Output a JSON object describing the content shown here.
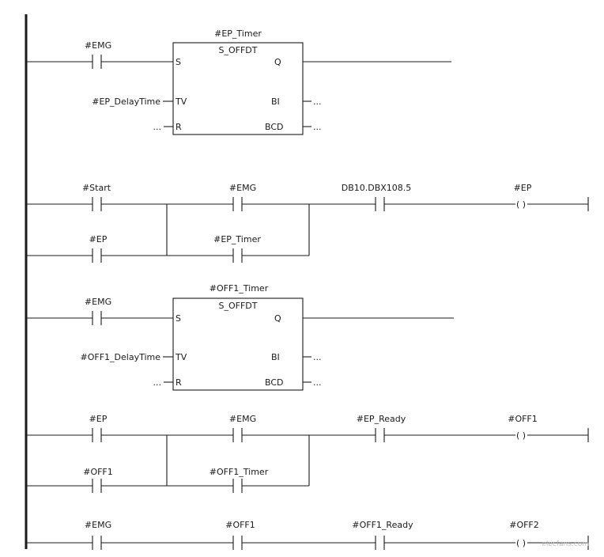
{
  "networks": [
    {
      "timer": {
        "instance": "#EP_Timer",
        "type": "S_OFFDT",
        "pins": {
          "s": "S",
          "tv": "TV",
          "r": "R",
          "q": "Q",
          "bi": "BI",
          "bcd": "BCD"
        },
        "s_input": "#EMG",
        "tv_value": "#EP_DelayTime",
        "r_value": "...",
        "bi_value": "...",
        "bcd_value": "..."
      }
    },
    {
      "contacts": {
        "start": "#Start",
        "ep_hold": "#EP",
        "emg": "#EMG",
        "ep_timer": "#EP_Timer",
        "db_bit": "DB10.DBX108.5"
      },
      "coil": "#EP",
      "coil_symbol": "( )"
    },
    {
      "timer": {
        "instance": "#OFF1_Timer",
        "type": "S_OFFDT",
        "pins": {
          "s": "S",
          "tv": "TV",
          "r": "R",
          "q": "Q",
          "bi": "BI",
          "bcd": "BCD"
        },
        "s_input": "#EMG",
        "tv_value": "#OFF1_DelayTime",
        "r_value": "...",
        "bi_value": "...",
        "bcd_value": "..."
      }
    },
    {
      "contacts": {
        "ep": "#EP",
        "off1_hold": "#OFF1",
        "emg": "#EMG",
        "off1_timer": "#OFF1_Timer",
        "ep_ready": "#EP_Ready"
      },
      "coil": "#OFF1",
      "coil_symbol": "( )"
    },
    {
      "contacts": {
        "emg": "#EMG",
        "off1": "#OFF1",
        "off1_ready": "#OFF1_Ready"
      },
      "coil": "#OFF2",
      "coil_symbol": "( )"
    }
  ],
  "watermark": "elecfans.com"
}
